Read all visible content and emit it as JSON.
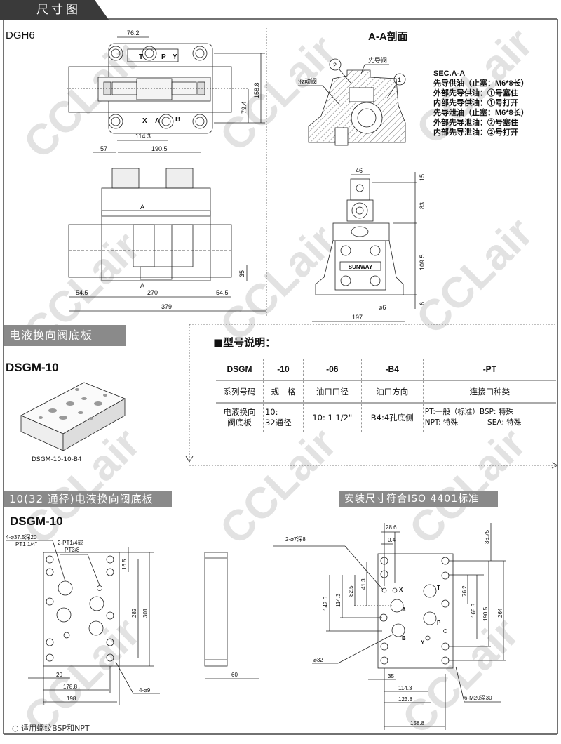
{
  "header": {
    "title": "尺寸图"
  },
  "dgh6": {
    "model": "DGH6",
    "top_view": {
      "ports_top": [
        "T",
        "P",
        "Y"
      ],
      "ports_bottom": [
        "X",
        "A",
        "B"
      ],
      "dims": {
        "d76_2": "76.2",
        "d114_3": "114.3",
        "d57": "57",
        "d190_5": "190.5",
        "d79_4": "79.4",
        "d158_8": "158.8"
      }
    },
    "front_view": {
      "label_a_top": "A",
      "label_a_bottom": "A",
      "dims": {
        "d35": "35",
        "d54_5_left": "54.5",
        "d270": "270",
        "d54_5_right": "54.5",
        "d379": "379"
      }
    },
    "section": {
      "title": "A-A剖面",
      "label_pilot": "先导阀",
      "label_main": "液动阀",
      "callout_1": "1",
      "callout_2": "2",
      "notes": [
        "SEC.A-A",
        "先导供油（止塞：M6*8长）",
        "外部先导供油：①号塞住",
        "内部先导供油：①号打开",
        "先导泄油（止塞：M6*8长）",
        "外部先导泄油：②号塞住",
        "内部先导泄油：②号打开"
      ]
    },
    "side_view": {
      "logo": "SUNWAY",
      "dims": {
        "d46": "46",
        "d15": "15",
        "d83": "83",
        "d109_5": "109.5",
        "d6": "6",
        "d_hole": "⌀6",
        "d197": "197"
      }
    }
  },
  "subplate_section": {
    "title": "电液换向阀底板",
    "model": "DSGM-10",
    "caption": "DSGM-10-10-B4"
  },
  "model_explain": {
    "title": "■型号说明：",
    "codes": [
      "DSGM",
      "-10",
      "-06",
      "-B4",
      "-PT"
    ],
    "names": [
      "系列号码",
      "规　格",
      "油口口径",
      "油口方向",
      "连接口种类"
    ],
    "values": {
      "series": [
        "电液换向",
        "阀底板"
      ],
      "size": [
        "10:",
        "32通径"
      ],
      "port_size": "10:  1  1/2\"",
      "direction": "B4:4孔底侧",
      "conn": [
        "PT:一般（标准）BSP: 特殊",
        "NPT: 特殊　　　　SEA: 特殊"
      ]
    }
  },
  "plate_section": {
    "title": "10(32 通径)电液换向阀底板",
    "model": "DSGM-10",
    "callout_holes": [
      "4-⌀37.5深20",
      "PT1 1/4\""
    ],
    "callout_pilot": [
      "2-PT1/4或",
      "PT3/8"
    ],
    "dims": {
      "d16_5": "16.5",
      "d282": "282",
      "d301": "301",
      "d20": "20",
      "d178_8": "178.8",
      "d198": "198",
      "d_mount": "4-⌀9",
      "d60": "60"
    }
  },
  "iso_section": {
    "title": "安装尺寸符合ISO 4401标准",
    "callout_pin": "2-⌀7深8",
    "callout_port": "⌀32",
    "callout_thread": "6-M20深30",
    "ports": [
      "X",
      "A",
      "B",
      "T",
      "P",
      "Y"
    ],
    "dims": {
      "d28_6": "28.6",
      "d0_4": "0.4",
      "d36_75": "36.75",
      "d41_3": "41.3",
      "d82_5": "82.5",
      "d114_3v": "114.3",
      "d147_6": "147.6",
      "d76_2": "76.2",
      "d168_3": "168.3",
      "d190_5": "190.5",
      "d264": "264",
      "d35": "35",
      "d114_3": "114.3",
      "d123_8": "123.8",
      "d158_8": "158.8"
    }
  },
  "footer": {
    "note": "○ 适用螺纹BSP和NPT"
  },
  "watermark": "CCLair"
}
